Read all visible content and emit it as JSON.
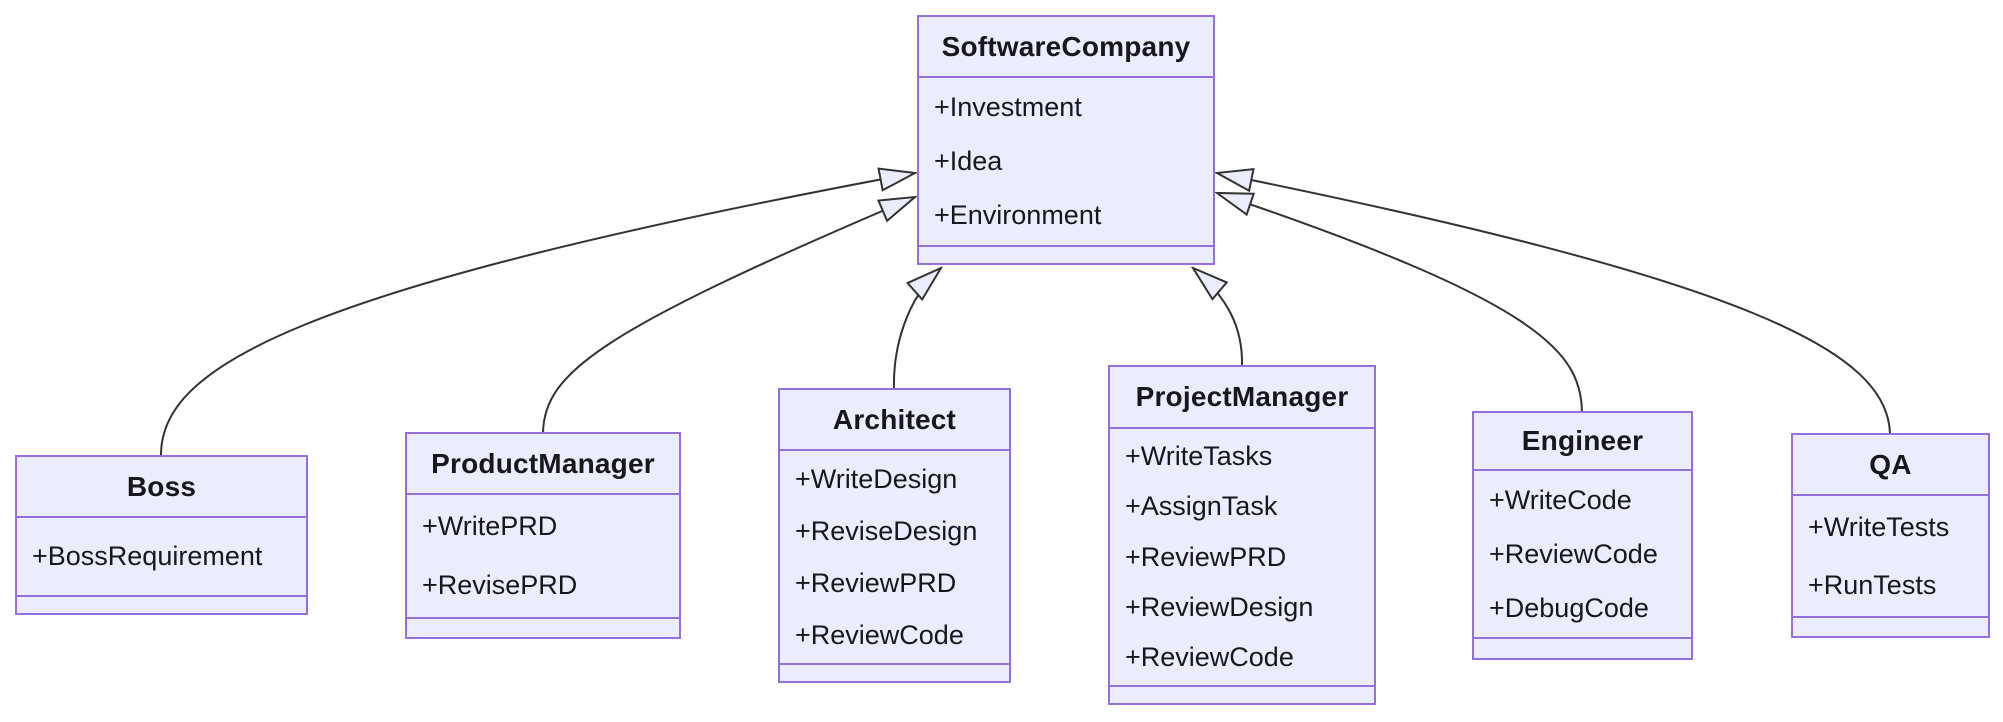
{
  "diagram": {
    "kind": "uml-class-diagram",
    "colors": {
      "node_fill": "#ECECFF",
      "node_border": "#9370DB",
      "edge_stroke": "#333333",
      "text": "#17171c",
      "background": "#ffffff"
    },
    "arrow_style": "hollow-triangle-inheritance"
  },
  "classes": [
    {
      "name": "SoftwareCompany",
      "members": [
        "+Investment",
        "+Idea",
        "+Environment"
      ]
    },
    {
      "name": "Boss",
      "members": [
        "+BossRequirement"
      ]
    },
    {
      "name": "ProductManager",
      "members": [
        "+WritePRD",
        "+RevisePRD"
      ]
    },
    {
      "name": "Architect",
      "members": [
        "+WriteDesign",
        "+ReviseDesign",
        "+ReviewPRD",
        "+ReviewCode"
      ]
    },
    {
      "name": "ProjectManager",
      "members": [
        "+WriteTasks",
        "+AssignTask",
        "+ReviewPRD",
        "+ReviewDesign",
        "+ReviewCode"
      ]
    },
    {
      "name": "Engineer",
      "members": [
        "+WriteCode",
        "+ReviewCode",
        "+DebugCode"
      ]
    },
    {
      "name": "QA",
      "members": [
        "+WriteTests",
        "+RunTests"
      ]
    }
  ],
  "relationships": [
    {
      "from": "Boss",
      "to": "SoftwareCompany",
      "type": "inheritance"
    },
    {
      "from": "ProductManager",
      "to": "SoftwareCompany",
      "type": "inheritance"
    },
    {
      "from": "Architect",
      "to": "SoftwareCompany",
      "type": "inheritance"
    },
    {
      "from": "ProjectManager",
      "to": "SoftwareCompany",
      "type": "inheritance"
    },
    {
      "from": "Engineer",
      "to": "SoftwareCompany",
      "type": "inheritance"
    },
    {
      "from": "QA",
      "to": "SoftwareCompany",
      "type": "inheritance"
    }
  ]
}
